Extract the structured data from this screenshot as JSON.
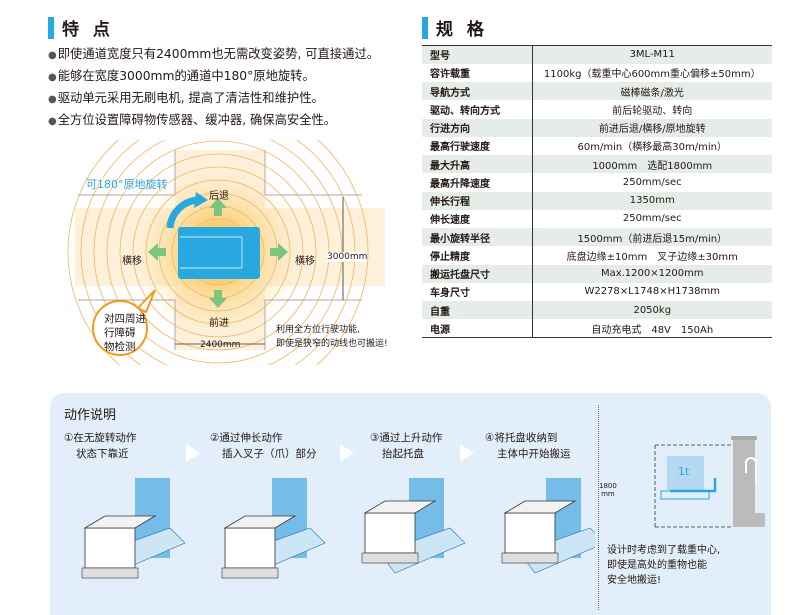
{
  "features": {
    "title": "特 点",
    "items": [
      "即使通道宽度只有2400mm也无需改变姿势, 可直接通过。",
      "能够在宽度3000mm的通道中180°原地旋转。",
      "驱动单元采用无刷电机, 提高了清洁性和维护性。",
      "全方位设置障碍物传感器、缓冲器, 确保高安全性。"
    ]
  },
  "diagram": {
    "rotate_label": "可180°原地旋转",
    "back": "后退",
    "forward": "前进",
    "side_left": "横移",
    "side_right": "横移",
    "width_dim": "2400mm",
    "height_dim": "3000mm",
    "bubble": [
      "对四周进",
      "行障碍",
      "物检测"
    ],
    "note": [
      "利用全方位行驶功能,",
      "即使是狭窄的动线也可搬运!"
    ]
  },
  "specs": {
    "title": "规 格",
    "rows": [
      [
        "型号",
        "3ML-M11"
      ],
      [
        "容许载重",
        "1100kg（载重中心600mm重心偏移±50mm）"
      ],
      [
        "导航方式",
        "磁棒磁条/激光"
      ],
      [
        "驱动、转向方式",
        "前后轮驱动、转向"
      ],
      [
        "行进方向",
        "前进后退/横移/原地旋转"
      ],
      [
        "最高行驶速度",
        "60m/min（横移最高30m/min）"
      ],
      [
        "最大升高",
        "1000mm　选配1800mm"
      ],
      [
        "最高升降速度",
        "250mm/sec"
      ],
      [
        "伸长行程",
        "1350mm"
      ],
      [
        "伸长速度",
        "250mm/sec"
      ],
      [
        "最小旋转半径",
        "1500mm（前进后退15m/min）"
      ],
      [
        "停止精度",
        "底盘边缘±10mm　叉子边缘±30mm"
      ],
      [
        "搬运托盘尺寸",
        "Max.1200×1200mm"
      ],
      [
        "车身尺寸",
        "W2278×L1748×H1738mm"
      ],
      [
        "自重",
        "2050kg"
      ],
      [
        "电源",
        "自动充电式　48V　150Ah"
      ]
    ]
  },
  "operation": {
    "title": "动作说明",
    "steps": [
      [
        "①在无旋转动作",
        "状态下靠近"
      ],
      [
        "②通过伸长动作",
        "插入叉子（爪）部分"
      ],
      [
        "③通过上升动作",
        "抬起托盘"
      ],
      [
        "④将托盘收纳到",
        "主体中开始搬运"
      ]
    ],
    "height_dim": "1800",
    "height_unit": "mm",
    "load": "1t",
    "note": [
      "设计时考虑到了载重中心,",
      "即使是高处的重物也能",
      "安全地搬运!"
    ]
  }
}
